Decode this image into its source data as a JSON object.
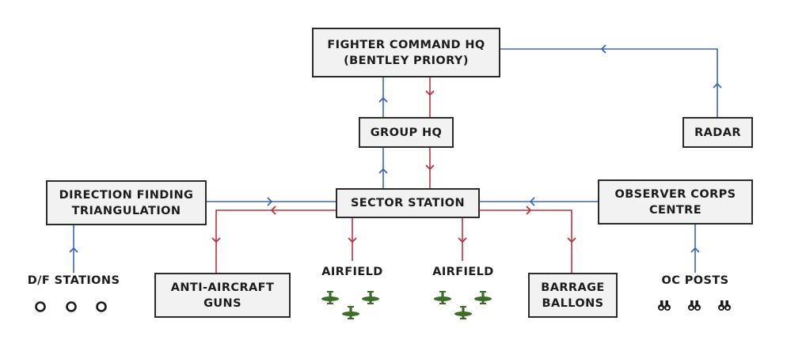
{
  "title": "RAF Fighter Command Dowding System",
  "colors": {
    "info_flow": "#3b66b8",
    "command_flow": "#c0303a",
    "box_fill": "#f2f2f2",
    "box_border": "#2b2b2b",
    "plane": "#3d6b2a"
  },
  "nodes": {
    "fighter_command": {
      "line1": "FIGHTER COMMAND HQ",
      "line2": "(BENTLEY PRIORY)"
    },
    "group_hq": {
      "line1": "GROUP HQ"
    },
    "radar": {
      "line1": "RADAR"
    },
    "direction_finding": {
      "line1": "DIRECTION FINDING",
      "line2": "TRIANGULATION"
    },
    "sector_station": {
      "line1": "SECTOR STATION"
    },
    "observer_corps": {
      "line1": "OBSERVER CORPS",
      "line2": "CENTRE"
    },
    "anti_aircraft": {
      "line1": "ANTI-AIRCRAFT",
      "line2": "GUNS"
    },
    "barrage": {
      "line1": "BARRAGE",
      "line2": "BALLONS"
    }
  },
  "labels": {
    "df_stations": "D/F STATIONS",
    "airfield_1": "AIRFIELD",
    "airfield_2": "AIRFIELD",
    "oc_posts": "OC POSTS"
  },
  "icons": {
    "df_station": "circle-icon",
    "airfield": "spitfire-icon",
    "oc_post": "binoculars-icon"
  },
  "edges": [
    {
      "from": "radar",
      "to": "fighter_command",
      "type": "info"
    },
    {
      "from": "group_hq",
      "to": "fighter_command",
      "type": "info"
    },
    {
      "from": "fighter_command",
      "to": "group_hq",
      "type": "command"
    },
    {
      "from": "sector_station",
      "to": "group_hq",
      "type": "info"
    },
    {
      "from": "group_hq",
      "to": "sector_station",
      "type": "command"
    },
    {
      "from": "direction_finding",
      "to": "sector_station",
      "type": "info"
    },
    {
      "from": "observer_corps",
      "to": "sector_station",
      "type": "info"
    },
    {
      "from": "sector_station",
      "to": "anti_aircraft",
      "type": "command"
    },
    {
      "from": "sector_station",
      "to": "airfield_1",
      "type": "command"
    },
    {
      "from": "sector_station",
      "to": "airfield_2",
      "type": "command"
    },
    {
      "from": "sector_station",
      "to": "barrage",
      "type": "command"
    },
    {
      "from": "df_stations",
      "to": "direction_finding",
      "type": "info"
    },
    {
      "from": "oc_posts",
      "to": "observer_corps",
      "type": "info"
    }
  ]
}
